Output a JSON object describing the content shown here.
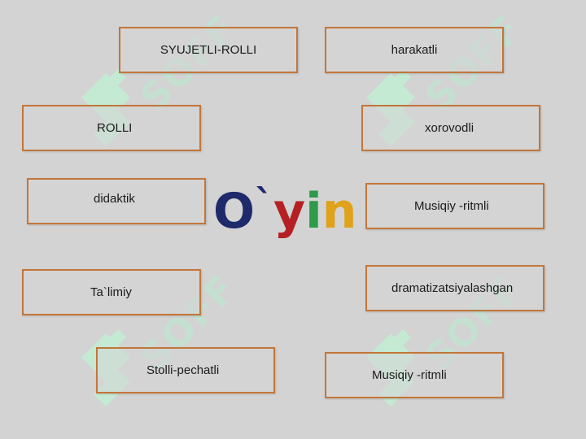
{
  "title": {
    "letters": [
      {
        "char": "O",
        "color": "#1f2a6b"
      },
      {
        "char": "`",
        "color": "#1f2a6b"
      },
      {
        "char": "y",
        "color": "#b52025"
      },
      {
        "char": "i",
        "color": "#2e9a4a"
      },
      {
        "char": "n",
        "color": "#e0a21a"
      }
    ]
  },
  "boxes": [
    {
      "id": "syujetli-rolli",
      "label": "SYUJETLI-ROLLI"
    },
    {
      "id": "harakatli",
      "label": "harakatli"
    },
    {
      "id": "rolli",
      "label": "ROLLI"
    },
    {
      "id": "xorovodli",
      "label": "xorovodli"
    },
    {
      "id": "didaktik",
      "label": "didaktik"
    },
    {
      "id": "musiqiy-ritmli-1",
      "label": "Musiqiy -ritmli"
    },
    {
      "id": "talimiy",
      "label": "Ta`limiy"
    },
    {
      "id": "dramatizatsiyalashgan",
      "label": "dramatizatsiyalashgan"
    },
    {
      "id": "stolli-pechatli",
      "label": "Stolli-pechatli"
    },
    {
      "id": "musiqiy-ritmli-2",
      "label": "Musiqiy -ritmli"
    }
  ],
  "watermark": {
    "text": "SOFF",
    "color": "#b9ecd0"
  }
}
